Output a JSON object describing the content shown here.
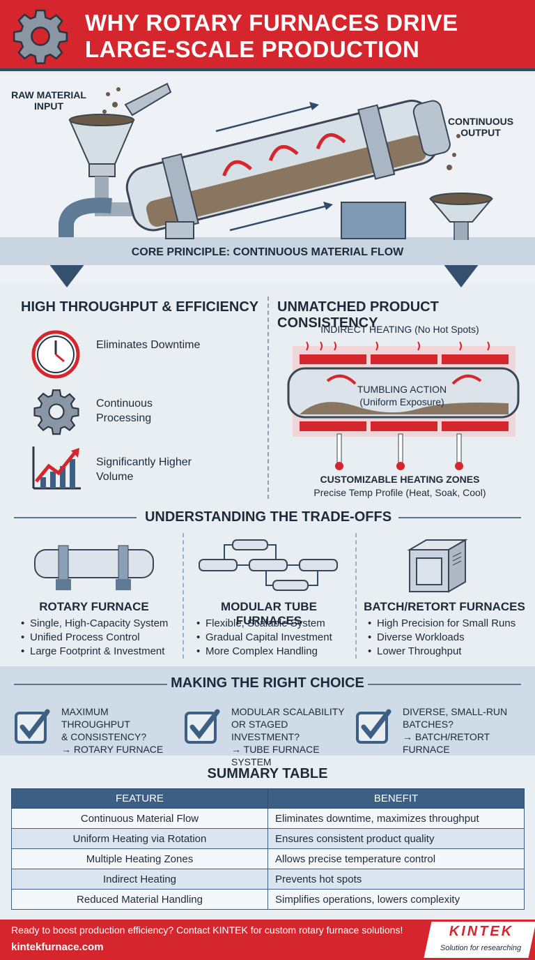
{
  "header": {
    "title": "WHY ROTARY FURNACES DRIVE LARGE-SCALE PRODUCTION",
    "icon": "gear-icon"
  },
  "hero": {
    "raw_material_label": "RAW MATERIAL INPUT",
    "output_label": "CONTINUOUS OUTPUT",
    "core_principle": "CORE PRINCIPLE: CONTINUOUS MATERIAL FLOW"
  },
  "throughput": {
    "title": "HIGH THROUGHPUT & EFFICIENCY",
    "items": [
      {
        "label": "Eliminates Downtime",
        "icon": "clock-icon"
      },
      {
        "label": "Continuous Processing",
        "icon": "gear-icon"
      },
      {
        "label": "Significantly Higher Volume",
        "icon": "growth-chart-icon"
      }
    ]
  },
  "consistency": {
    "title": "UNMATCHED PRODUCT CONSISTENCY",
    "indirect": "INDIRECT HEATING (No Hot Spots)",
    "tumbling": "TUMBLING ACTION (Uniform Exposure)",
    "zones_title": "CUSTOMIZABLE HEATING ZONES",
    "zones_sub": "Precise Temp Profile (Heat, Soak, Cool)"
  },
  "tradeoffs": {
    "title": "UNDERSTANDING THE TRADE-OFFS",
    "columns": [
      {
        "title": "ROTARY FURNACE",
        "bullets": [
          "Single, High-Capacity System",
          "Unified Process Control",
          "Large Footprint & Investment"
        ]
      },
      {
        "title": "MODULAR TUBE FURNACES",
        "bullets": [
          "Flexible, Scalable System",
          "Gradual Capital Investment",
          "More Complex Handling"
        ]
      },
      {
        "title": "BATCH/RETORT FURNACES",
        "bullets": [
          "High Precision for Small Runs",
          "Diverse Workloads",
          "Lower Throughput"
        ]
      }
    ]
  },
  "choice": {
    "title": "MAKING THE RIGHT CHOICE",
    "items": [
      {
        "line1": "MAXIMUM THROUGHPUT",
        "line2": "& CONSISTENCY?",
        "line3": "→ ROTARY FURNACE"
      },
      {
        "line1": "MODULAR SCALABILITY",
        "line2": "OR STAGED INVESTMENT?",
        "line3": "→ TUBE FURNACE SYSTEM"
      },
      {
        "line1": "DIVERSE, SMALL-RUN",
        "line2": "BATCHES?",
        "line3": "→ BATCH/RETORT FURNACE"
      }
    ]
  },
  "summary": {
    "title": "SUMMARY TABLE",
    "headers": [
      "FEATURE",
      "BENEFIT"
    ],
    "rows": [
      [
        "Continuous Material Flow",
        "Eliminates downtime, maximizes throughput"
      ],
      [
        "Uniform Heating via Rotation",
        "Ensures consistent product quality"
      ],
      [
        "Multiple Heating Zones",
        "Allows precise temperature control"
      ],
      [
        "Indirect Heating",
        "Prevents hot spots"
      ],
      [
        "Reduced Material Handling",
        "Simplifies operations, lowers complexity"
      ]
    ]
  },
  "footer": {
    "cta": "Ready to boost production efficiency? Contact KINTEK for custom rotary furnace solutions!",
    "url": "kintekfurnace.com",
    "logo": "KINTEK",
    "tagline": "Solution for researching"
  },
  "colors": {
    "brand_red": "#d5262d",
    "navy": "#2f4b6b",
    "steel": "#c3ccd6"
  }
}
